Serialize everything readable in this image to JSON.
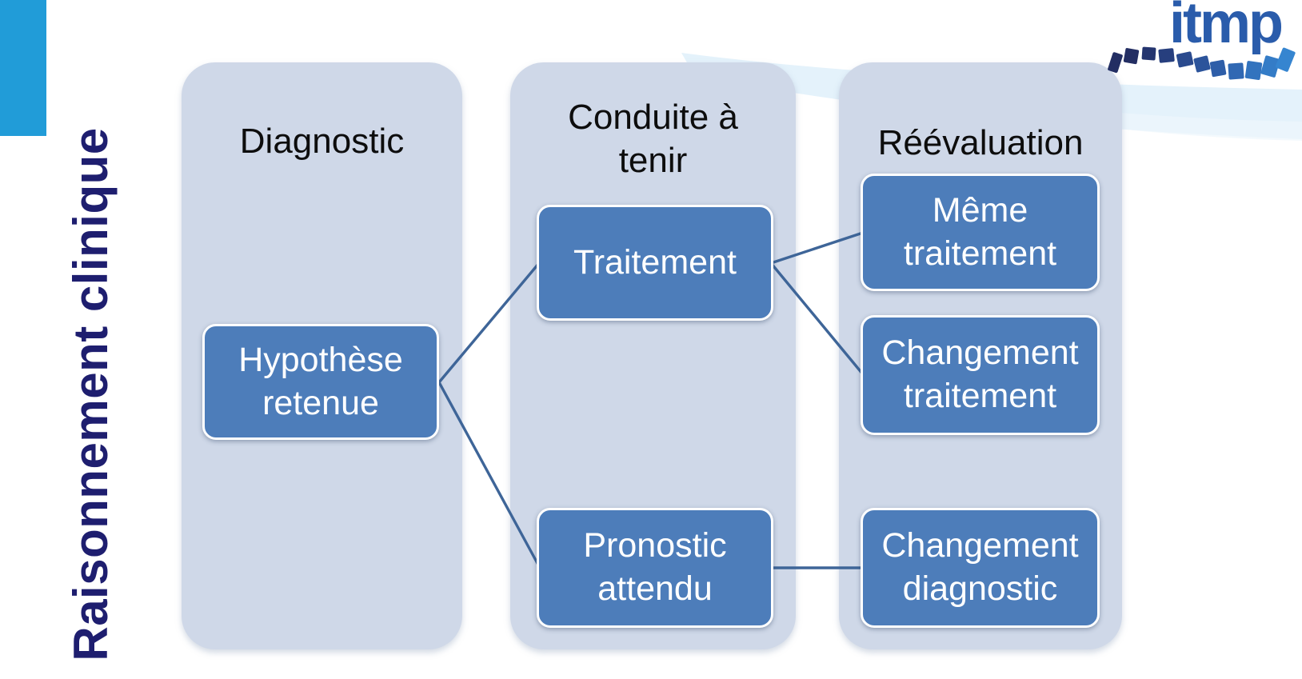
{
  "slide_title": "Raisonnement clinique",
  "logo": {
    "text": "itmp"
  },
  "columns": [
    {
      "header": "Diagnostic"
    },
    {
      "header": "Conduite à tenir"
    },
    {
      "header": "Réévaluation"
    }
  ],
  "boxes": {
    "hypothese_retenue": "Hypothèse retenue",
    "traitement": "Traitement",
    "pronostic_attendu": "Pronostic attendu",
    "meme_traitement": "Même traitement",
    "changement_traitement": "Changement traitement",
    "changement_diagnostic": "Changement diagnostic"
  },
  "connections": [
    {
      "from": "Hypothèse retenue",
      "to": "Traitement"
    },
    {
      "from": "Hypothèse retenue",
      "to": "Pronostic attendu"
    },
    {
      "from": "Traitement",
      "to": "Même traitement"
    },
    {
      "from": "Traitement",
      "to": "Changement traitement"
    },
    {
      "from": "Pronostic attendu",
      "to": "Changement diagnostic"
    }
  ],
  "colors": {
    "node_fill": "#4d7dba",
    "node_text": "#ffffff",
    "column_fill": "#cfd8e8",
    "connector": "#3e6598",
    "title_navy": "#1e1e6f",
    "corner_accent": "#219cd8",
    "logo_blue": "#2a5cab",
    "swoosh": "#dceefa",
    "header_text": "#0d0d0d"
  }
}
